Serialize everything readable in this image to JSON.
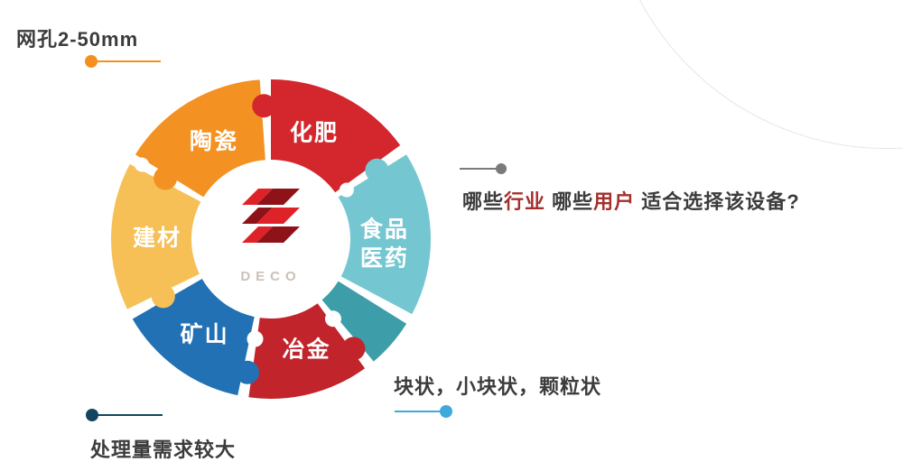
{
  "colors": {
    "accent_red": "#A3302C",
    "text_dark": "#3C3C3C",
    "marker_orange": "#F2911F",
    "marker_navy": "#12455F",
    "marker_blue": "#3FA9DC",
    "marker_gray": "#7A7A7A",
    "logo_red": "#DF2128",
    "logo_dark": "#8E1318",
    "deco_text": "#C9C1B9",
    "arc_gray": "#E6E6E6"
  },
  "wheel": {
    "center_label": "DECO",
    "segments": [
      {
        "id": "huafei",
        "label": [
          "化肥"
        ],
        "color": "#D4262D",
        "start": 0,
        "end": 54,
        "labelAngle": 22,
        "labelRadius": 128
      },
      {
        "id": "shipin",
        "label": [
          "食品",
          "医药"
        ],
        "color": "#74C7D1",
        "start": 58,
        "end": 118,
        "labelAngle": 92,
        "labelRadius": 126
      },
      {
        "id": "teal-dark",
        "label": [],
        "color": "#3D9EA9",
        "start": 122,
        "end": 140
      },
      {
        "id": "yejin",
        "label": [
          "冶金"
        ],
        "color": "#C2242B",
        "start": 144,
        "end": 188,
        "labelAngle": 162,
        "labelRadius": 128
      },
      {
        "id": "kuangshan",
        "label": [
          "矿山"
        ],
        "color": "#2371B5",
        "start": 192,
        "end": 240,
        "labelAngle": 215,
        "labelRadius": 128
      },
      {
        "id": "jiancai",
        "label": [
          "建材"
        ],
        "color": "#F6C056",
        "start": 244,
        "end": 298,
        "labelAngle": 271,
        "labelRadius": 126
      },
      {
        "id": "taoci",
        "label": [
          "陶瓷"
        ],
        "color": "#F39122",
        "start": 302,
        "end": 356,
        "labelAngle": 330,
        "labelRadius": 126
      }
    ],
    "knobs": [
      {
        "angle": 357,
        "r": 148,
        "size": 13,
        "color": "#D4262D"
      },
      {
        "angle": 57,
        "r": 140,
        "size": 13,
        "color": "#74C7D1"
      },
      {
        "angle": 57,
        "r": 100,
        "size": 8,
        "color": "#FFFFFF"
      },
      {
        "angle": 143,
        "r": 152,
        "size": 13,
        "color": "#C2242B"
      },
      {
        "angle": 142,
        "r": 112,
        "size": 9,
        "color": "#FFFFFF"
      },
      {
        "angle": 190,
        "r": 150,
        "size": 13,
        "color": "#2371B5"
      },
      {
        "angle": 189,
        "r": 112,
        "size": 9,
        "color": "#FFFFFF"
      },
      {
        "angle": 242,
        "r": 135,
        "size": 13,
        "color": "#F6C056"
      },
      {
        "angle": 300,
        "r": 135,
        "size": 13,
        "color": "#F39122"
      },
      {
        "angle": 300,
        "r": 165,
        "size": 8,
        "color": "#FFFFFF"
      }
    ]
  },
  "annotations": {
    "top_left": {
      "text": "网孔2-50mm"
    },
    "bottom_left": {
      "text": "处理量需求较大"
    },
    "bottom_right": {
      "text": "块状，小块状，颗粒状"
    },
    "right": {
      "parts": [
        {
          "text": "哪些",
          "accent": false
        },
        {
          "text": "行业",
          "accent": true
        },
        {
          "text": " 哪些",
          "accent": false
        },
        {
          "text": "用户",
          "accent": true
        },
        {
          "text": " 适合选择该设备?",
          "accent": false
        }
      ]
    }
  }
}
